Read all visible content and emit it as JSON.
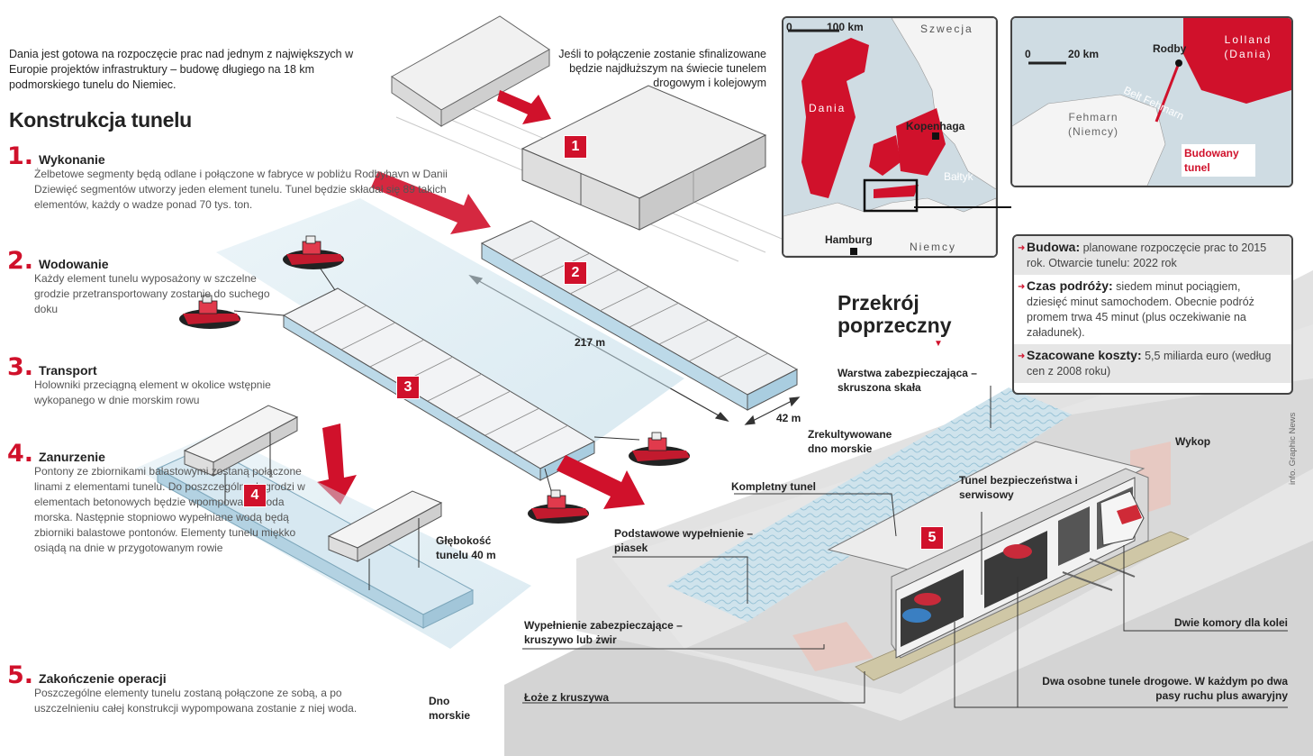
{
  "intro": "Dania jest gotowa na rozpoczęcie prac nad jednym z największych w Europie projektów infrastruktury – budowę długiego na 18 km podmorskiego tunelu do Niemiec.",
  "title": "Konstrukcja tunelu",
  "top_note": "Jeśli to połączenie zostanie sfinalizowane będzie najdłuższym na świecie tunelem drogowym i kolejowym",
  "steps": [
    {
      "num": "1.",
      "title": "Wykonanie",
      "text": "Żelbetowe segmenty będą odlane i połączone w fabryce w pobliżu Rodbyhavn w Danii Dziewięć segmentów utworzy jeden element tunelu. Tunel będzie składał się 89 takich elementów, każdy o wadze ponad 70 tys. ton."
    },
    {
      "num": "2.",
      "title": "Wodowanie",
      "text": "Każdy element tunelu wyposażony w szczelne grodzie przetransportowany zostanie do suchego doku"
    },
    {
      "num": "3.",
      "title": "Transport",
      "text": "Holowniki przeciągną element w okolice wstępnie wykopanego w dnie morskim rowu"
    },
    {
      "num": "4.",
      "title": "Zanurzenie",
      "text": "Pontony ze zbiornikami balastowymi zostaną połączone linami z elementami tunelu. Do poszczególnych grodzi w elementach betonowych będzie wpompowana woda morska. Następnie stopniowo wypełniane wodą będą zbiorniki balastowe pontonów. Elementy tunelu miękko osiądą na dnie w przygotowanym rowie"
    },
    {
      "num": "5.",
      "title": "Zakończenie operacji",
      "text": "Poszczególne elementy tunelu zostaną połączone ze sobą, a po uszczelnieniu całej konstrukcji wypompowana zostanie z niej woda."
    }
  ],
  "badges": [
    "1",
    "2",
    "3",
    "4",
    "5"
  ],
  "dims": {
    "length": "217 m",
    "width": "42 m"
  },
  "depth_label": "Głębokość tunelu 40 m",
  "map_left": {
    "scale": "100 km",
    "scale_zero": "0",
    "sweden": "Szwecja",
    "denmark": "Dania",
    "copenhagen": "Kopenhaga",
    "baltic": "Bałtyk",
    "hamburg": "Hamburg",
    "germany": "Niemcy"
  },
  "map_right": {
    "scale": "20 km",
    "scale_zero": "0",
    "rodby": "Rodby",
    "lolland": "Lolland (Dania)",
    "fehmarn": "Fehmarn (Niemcy)",
    "belt": "Bełt Fehmarn",
    "new_tunnel": "Budowany tunel"
  },
  "info": [
    {
      "title": "Budowa:",
      "text": "planowane rozpoczęcie prac to 2015 rok. Otwarcie tunelu: 2022 rok"
    },
    {
      "title": "Czas podróży:",
      "text": "siedem minut pociągiem, dziesięć minut samochodem. Obecnie podróż promem trwa 45 minut (plus oczekiwanie na załadunek)."
    },
    {
      "title": "Szacowane koszty:",
      "text": "5,5 miliarda euro (według cen z 2008 roku)"
    }
  ],
  "cross_section": {
    "title": "Przekrój poprzeczny",
    "labels": {
      "protect_layer": "Warstwa zabezpieczająca – skruszona skała",
      "seabed_restored": "Zrekultywowane dno morskie",
      "complete_tunnel": "Kompletny tunel",
      "service_tunnel": "Tunel bezpieczeństwa i serwisowy",
      "basic_fill": "Podstawowe wypełnienie – piasek",
      "protect_fill": "Wypełnienie zabezpieczające – kruszywo lub żwir",
      "bed": "Łoże z kruszywa",
      "seabed": "Dno morskie",
      "excavation": "Wykop",
      "rail": "Dwie komory dla kolei",
      "roads": "Dwa osobne tunele drogowe. W każdym po dwa pasy ruchu plus awaryjny"
    }
  },
  "credit": "info. Graphic News",
  "colors": {
    "accent": "#d0112b",
    "water": "#bfdbe8",
    "concrete": "#e8e8ea"
  }
}
